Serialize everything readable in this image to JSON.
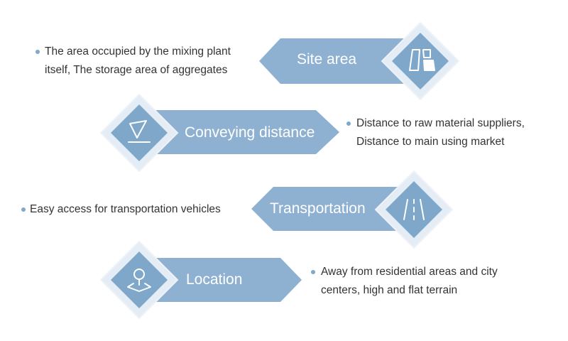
{
  "items": [
    {
      "label": "Site area",
      "icon": "site-area-icon",
      "desc": [
        "The area occupied by the mixing plant",
        "itself, The storage area of aggregates"
      ]
    },
    {
      "label": "Conveying distance",
      "icon": "conveying-distance-icon",
      "desc": [
        "Distance to raw material suppliers,",
        "Distance to main using market"
      ]
    },
    {
      "label": "Transportation",
      "icon": "road-icon",
      "desc": [
        "Easy access for transportation vehicles"
      ]
    },
    {
      "label": "Location",
      "icon": "location-pin-icon",
      "desc": [
        "Away from residential areas and city",
        "centers, high and flat terrain"
      ]
    }
  ],
  "colors": {
    "arrow": "#8fb1d1",
    "diamond": "#7ea7ca",
    "halo": "#e4edf5",
    "halo_border": "#eef2f6",
    "text": "#333333",
    "bullet": "#7fa8cb"
  }
}
